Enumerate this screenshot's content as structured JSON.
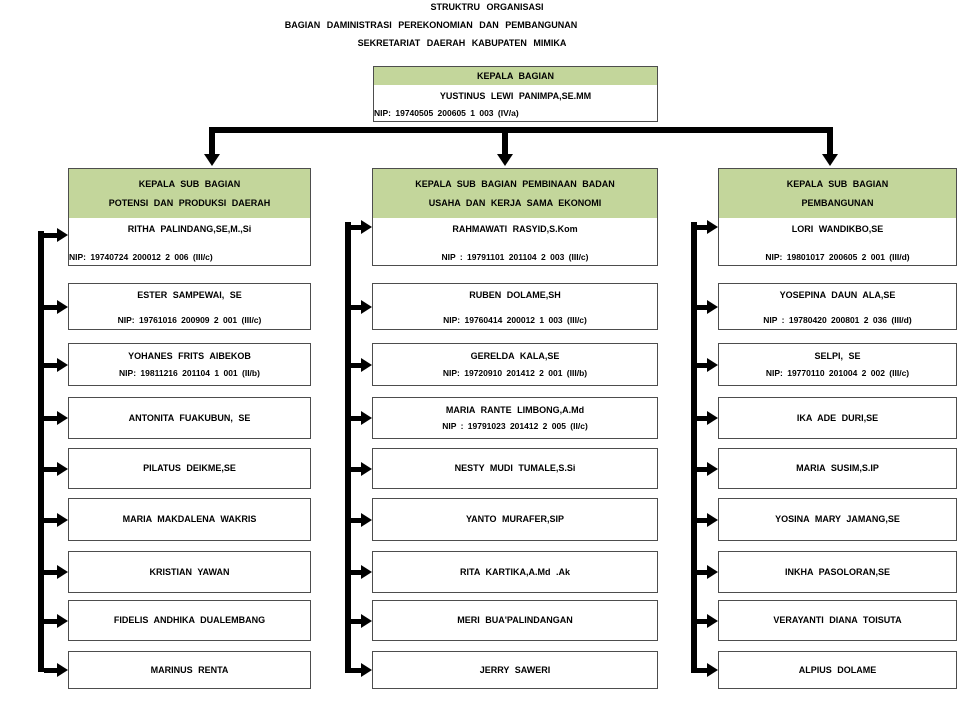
{
  "title": {
    "line1": "STRUKTRU ORGANISASI",
    "line2": "BAGIAN DAMINISTRASI PEREKONOMIAN DAN PEMBANGUNAN",
    "line3": "SEKRETARIAT DAERAH KABUPATEN MIMIKA"
  },
  "colors": {
    "header_green": "#c3d69b",
    "box_border": "#4d4d4d",
    "connector": "#000000"
  },
  "kepala_bagian": {
    "title": "KEPALA BAGIAN",
    "name": "YUSTINUS LEWI PANIMPA,SE.MM",
    "nip": "NIP: 19740505 200605 1 003 (IV/a)"
  },
  "columns": [
    {
      "header_line1": "KEPALA SUB BAGIAN",
      "header_line2": "POTENSI DAN PRODUKSI DAERAH",
      "head_name": "RITHA PALINDANG,SE,M.,Si",
      "head_nip": "NIP: 19740724 200012 2 006 (III/c)",
      "staff": [
        {
          "name": "ESTER SAMPEWAI, SE",
          "nip": "NIP: 19761016 200909 2 001 (III/c)"
        },
        {
          "name": "YOHANES FRITS AIBEKOB",
          "nip": "NIP: 19811216 201104 1 001 (II/b)"
        },
        {
          "name": "ANTONITA FUAKUBUN, SE"
        },
        {
          "name": "PILATUS DEIKME,SE"
        },
        {
          "name": "MARIA MAKDALENA WAKRIS"
        },
        {
          "name": "KRISTIAN YAWAN"
        },
        {
          "name": "FIDELIS ANDHIKA DUALEMBANG"
        },
        {
          "name": "MARINUS RENTA"
        }
      ]
    },
    {
      "header_line1": "KEPALA SUB BAGIAN PEMBINAAN BADAN",
      "header_line2": "USAHA DAN KERJA SAMA EKONOMI",
      "head_name": "RAHMAWATI RASYID,S.Kom",
      "head_nip": "NIP : 19791101 201104 2 003 (III/c)",
      "staff": [
        {
          "name": "RUBEN DOLAME,SH",
          "nip": "NIP: 19760414 200012 1 003 (III/c)"
        },
        {
          "name": "GERELDA KALA,SE",
          "nip": "NIP: 19720910 201412 2 001 (III/b)"
        },
        {
          "name": "MARIA RANTE LIMBONG,A.Md",
          "nip": "NIP : 19791023 201412 2 005 (II/c)"
        },
        {
          "name": "NESTY MUDI TUMALE,S.Si"
        },
        {
          "name": "YANTO MURAFER,SIP"
        },
        {
          "name": "RITA KARTIKA,A.Md .Ak"
        },
        {
          "name": "MERI BUA'PALINDANGAN"
        },
        {
          "name": "JERRY SAWERI"
        }
      ]
    },
    {
      "header_line1": "KEPALA SUB BAGIAN",
      "header_line2": "PEMBANGUNAN",
      "head_name": "LORI WANDIKBO,SE",
      "head_nip": "NIP: 19801017 200605 2 001 (III/d)",
      "staff": [
        {
          "name": "YOSEPINA DAUN ALA,SE",
          "nip": "NIP : 19780420 200801 2 036 (III/d)"
        },
        {
          "name": "SELPI, SE",
          "nip": "NIP: 19770110 201004 2 002 (III/c)"
        },
        {
          "name": "IKA ADE DURI,SE"
        },
        {
          "name": "MARIA SUSIM,S.IP"
        },
        {
          "name": "YOSINA MARY JAMANG,SE"
        },
        {
          "name": "INKHA PASOLORAN,SE"
        },
        {
          "name": "VERAYANTI DIANA TOISUTA"
        },
        {
          "name": "ALPIUS DOLAME"
        }
      ]
    }
  ]
}
